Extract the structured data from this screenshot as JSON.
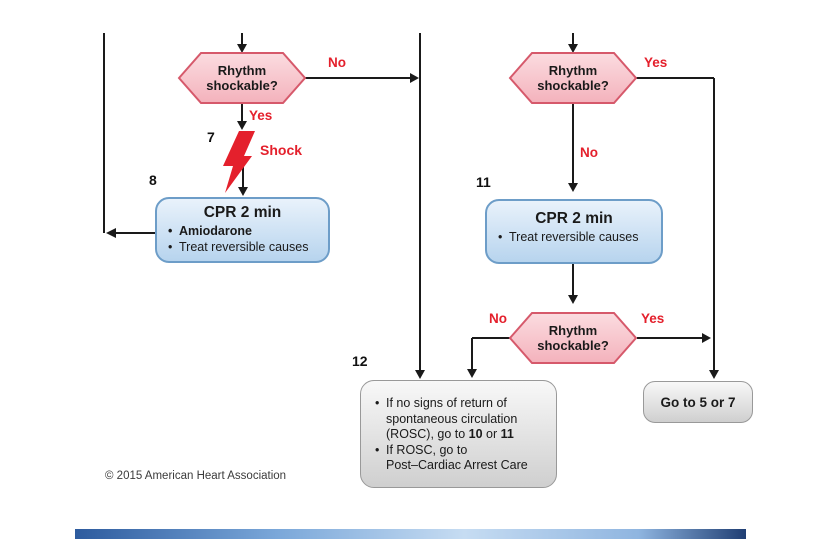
{
  "labels": {
    "yes": "Yes",
    "no": "No",
    "shock": "Shock"
  },
  "step_numbers": {
    "shock": "7",
    "cpr_shockable": "8",
    "cpr_nonshockable": "11",
    "rosc_check": "12"
  },
  "hexagons": [
    {
      "line1": "Rhythm",
      "line2": "shockable?"
    },
    {
      "line1": "Rhythm",
      "line2": "shockable?"
    },
    {
      "line1": "Rhythm",
      "line2": "shockable?"
    }
  ],
  "cpr_shockable_box": {
    "title": "CPR 2 min",
    "bullets": [
      "Amiodarone",
      "Treat reversible causes"
    ]
  },
  "cpr_nonshockable_box": {
    "title": "CPR 2 min",
    "bullets": [
      "Treat reversible causes"
    ]
  },
  "rosc_box": {
    "bullet1_line1": "If no signs of return of",
    "bullet1_line2": "spontaneous circulation",
    "bullet1_line3_pre": "(ROSC), go to ",
    "bullet1_step_a": "10",
    "bullet1_sep": " or ",
    "bullet1_step_b": "11",
    "bullet2_line1": "If ROSC, go to",
    "bullet2_line2": "Post–Cardiac Arrest Care"
  },
  "goto_box": {
    "label": "Go to 5 or 7"
  },
  "footer": {
    "copyright": "© 2015 American Heart Association"
  },
  "colors": {
    "decision_fill": "#f8c6cc",
    "decision_border": "#d6596b",
    "action_fill": "#c9def2",
    "action_border": "#6d9dc8",
    "outcome_fill": "#e2e2e2",
    "outcome_border": "#999999",
    "accent_red": "#e4202c",
    "line": "#1a1a1a",
    "footer_bar_blue": "#3a6ea5"
  }
}
